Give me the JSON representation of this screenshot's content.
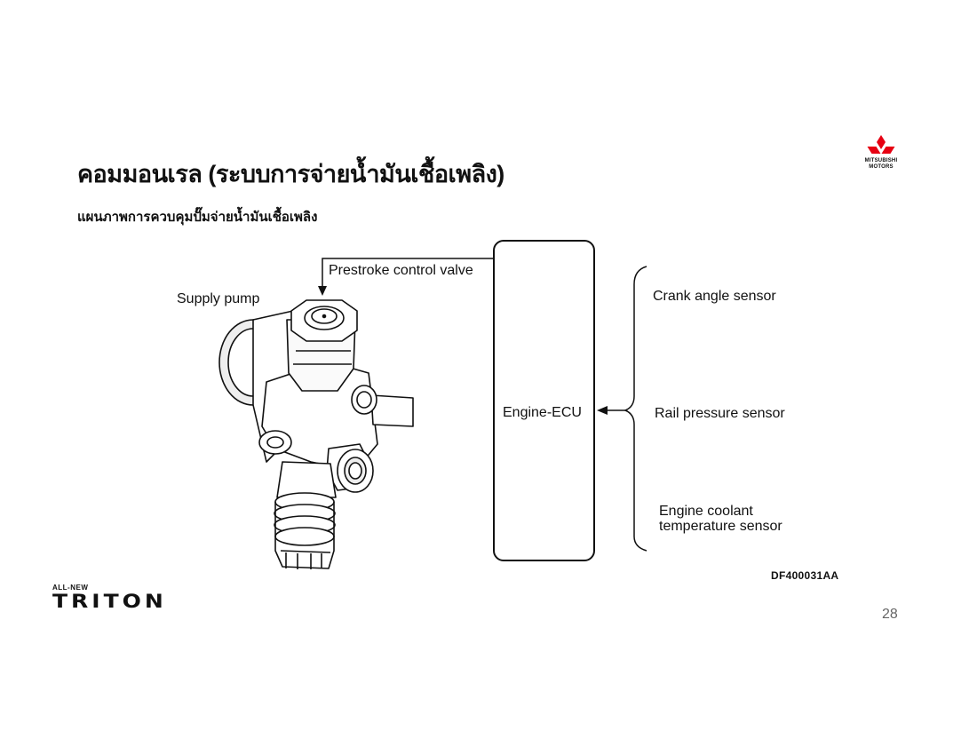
{
  "header": {
    "title": "คอมมอนเรล (ระบบการจ่ายน้ำมันเชื้อเพลิง)",
    "subtitle": "แผนภาพการควบคุมปั๊มจ่ายน้ำมันเชื้อเพลิง"
  },
  "brand": {
    "logo_text": "MITSUBISHI MOTORS",
    "accent_color": "#e60012"
  },
  "diagram": {
    "ecu_label": "Engine-ECU",
    "actuator_label": "Prestroke control valve",
    "pump_label": "Supply pump",
    "sensors": [
      "Crank angle sensor",
      "Rail pressure sensor",
      "Engine coolant temperature sensor"
    ],
    "figure_code": "DF400031AA"
  },
  "footer": {
    "model_prefix": "ALL-NEW",
    "model_name": "TRITON",
    "page_number": "28"
  }
}
